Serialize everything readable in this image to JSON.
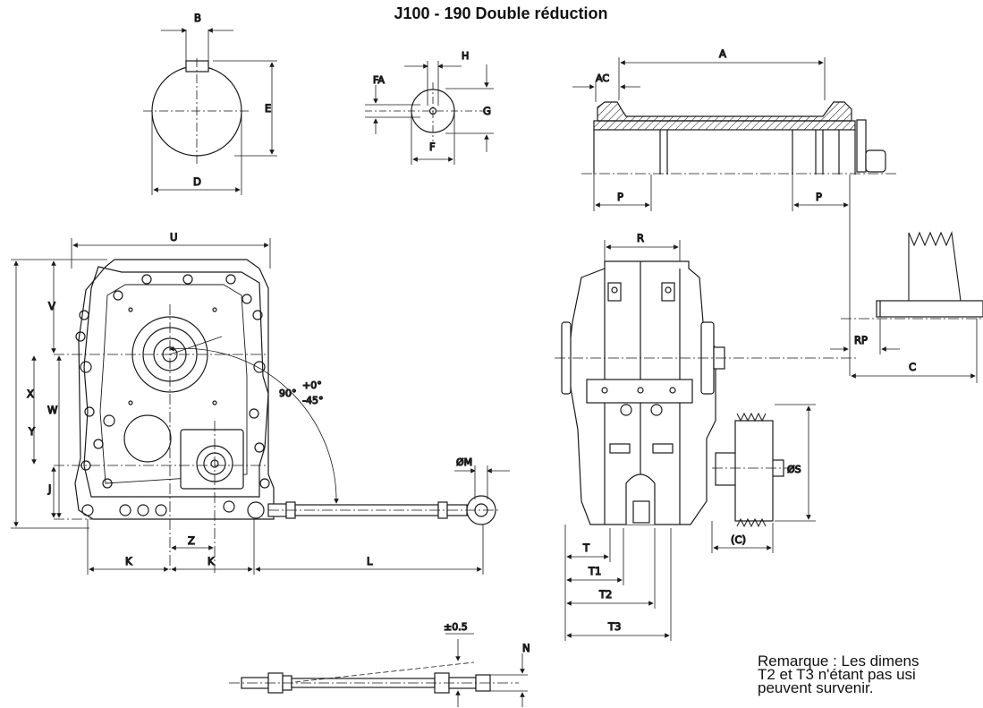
{
  "title": "J100 - 190 Double réduction",
  "labels": {
    "B": "B",
    "E": "E",
    "D": "D",
    "FA": "FA",
    "H": "H",
    "G": "G",
    "F": "F",
    "A": "A",
    "AC": "AC",
    "P_left": "P",
    "P_right": "P",
    "U": "U",
    "V": "V",
    "X": "X",
    "W": "W",
    "Y": "Y",
    "J": "J",
    "Z": "Z",
    "K_left": "K",
    "K_right": "K",
    "L": "L",
    "angle_base": "90°",
    "angle_plus": "+0°",
    "angle_minus": "-45°",
    "M": "ØM",
    "tol": "±0.5",
    "N": "N",
    "R": "R",
    "S": "ØS",
    "C_paren": "(C)",
    "T": "T",
    "T1": "T1",
    "T2": "T2",
    "T3": "T3",
    "RP": "RP",
    "C": "C"
  },
  "remark": {
    "line1": "Remarque : Les dimens",
    "line2": "T2 et T3 n'étant pas usi",
    "line3": "peuvent survenir."
  }
}
